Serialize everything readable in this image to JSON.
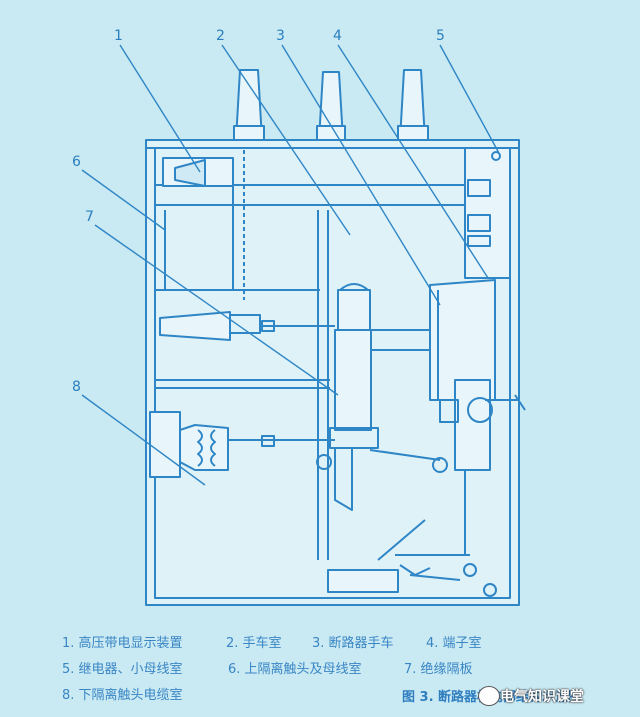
{
  "labels": [
    "1",
    "2",
    "3",
    "4",
    "5",
    "6",
    "7",
    "8"
  ],
  "legend": [
    "1. 高压带电显示装置",
    "2. 手车室",
    "3. 断路器手车",
    "4. 端子室",
    "5. 继电器、小母线室",
    "6. 上隔离触头及母线室",
    "7. 绝缘隔板",
    "8. 下隔离触头电缆室"
  ],
  "caption": "图 3. 断路器柜内部结构示意图",
  "watermark": "电气知识课堂",
  "colors": {
    "line": "#2f86c6",
    "background": "#c9e9f3",
    "fill": "#e8f6fb"
  }
}
